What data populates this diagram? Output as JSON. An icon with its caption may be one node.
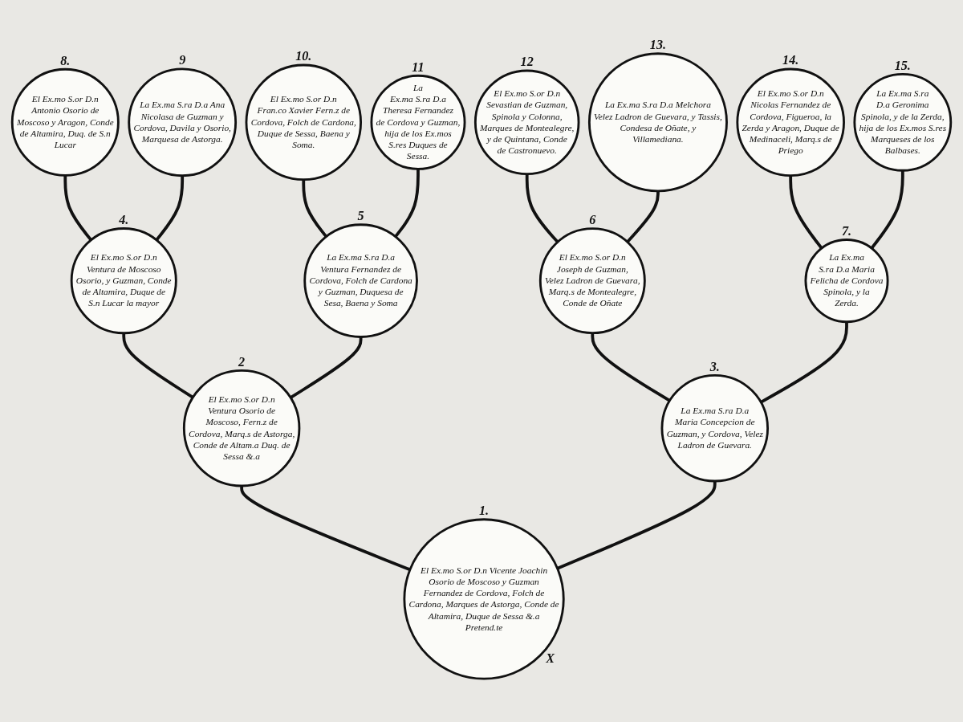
{
  "diagram": {
    "nodes": [
      {
        "text": [
          "El Ex.mo S.or D.n Antonio Osorio de Moscoso y Aragon, Conde de Altamira, Duq. de S.n Lucar"
        ],
        "beside": [
          "8."
        ]
      },
      {
        "text": [
          "La Ex.ma S.ra D.a Ana Nicolasa de Guzman y Cordova, Davila y Osorio, Marquesa de Astorga."
        ],
        "beside": [
          "9"
        ]
      },
      {
        "text": [
          "El Ex.mo S.or D.n Fran.co Xavier Fern.z de Cordova, Folch de Cardona, Duque de Sessa, Baena y Soma."
        ],
        "beside": [
          "10."
        ]
      },
      {
        "text": [
          "La Ex.ma S.ra D.a Theresa Fernandez de Cordova y Guzman, hija de los Ex.mos S.res Duques de Sessa."
        ],
        "beside": [
          "11"
        ]
      },
      {
        "text": [
          "El Ex.mo S.or D.n Sevastian de Guzman, Spinola y Colonna, Marques de Montealegre, y de Quintana, Conde de Castronuevo."
        ],
        "beside": [
          "12"
        ]
      },
      {
        "text": [
          "La Ex.ma S.ra D.a Melchora Velez Ladron de Guevara, y Tassis, Condesa de Oñate, y Villamediana."
        ],
        "beside": [
          "13."
        ]
      },
      {
        "text": [
          "El Ex.mo S.or D.n Nicolas Fernandez de Cordova, Figueroa, la Zerda y Aragon, Duque de Medinaceli, Marq.s de Priego"
        ],
        "beside": [
          "14."
        ]
      },
      {
        "text": [
          "La Ex.ma S.ra D.a Geronima Spinola, y de la Zerda, hija de los Ex.mos S.res Marqueses de los Balbases."
        ],
        "beside": [
          "15."
        ]
      },
      {
        "text": [
          "El Ex.mo S.or D.n Ventura de Moscoso Osorio, y Guzman, Conde de Altamira, Duque de S.n Lucar la mayor"
        ],
        "beside": [
          "4."
        ]
      },
      {
        "text": [
          "La Ex.ma S.ra D.a Ventura Fernandez de Cordova, Folch de Cardona y Guzman, Duquesa de Sesa, Baena y Soma"
        ],
        "beside": [
          "5"
        ]
      },
      {
        "text": [
          "El Ex.mo S.or D.n Joseph de Guzman, Velez Ladron de Guevara, Marq.s de Montealegre, Conde de Oñate"
        ],
        "beside": [
          "6"
        ]
      },
      {
        "text": [
          "La Ex.ma S.ra D.a Maria Felicha de Cordova Spinola, y la Zerda."
        ],
        "beside": [
          "7."
        ]
      },
      {
        "text": [
          "El Ex.mo S.or D.n Ventura Osorio de Moscoso, Fern.z de Cordova, Marq.s de Astorga, Conde de Altam.a Duq. de Sessa &.a"
        ],
        "beside": [
          "2"
        ]
      },
      {
        "text": [
          "La Ex.ma S.ra D.a Maria Concepcion de Guzman, y Cordova, Velez Ladron de Guevara."
        ],
        "beside": [
          "3."
        ]
      },
      {
        "text": [
          "El Ex.mo S.or D.n Vicente Joachin Osorio de Moscoso y Guzman Fernandez de Cordova, Folch de Cardona, Marques de Astorga, Conde de Altamira, Duque de Sessa &.a",
          "Pretend.te"
        ],
        "beside": [
          "1.",
          "X"
        ]
      }
    ],
    "edges": [
      {
        "from": 0,
        "to": 8,
        "arrow": "none"
      },
      {
        "from": 1,
        "to": 8,
        "arrow": "none"
      },
      {
        "from": 2,
        "to": 9,
        "arrow": "none"
      },
      {
        "from": 3,
        "to": 9,
        "arrow": "none"
      },
      {
        "from": 4,
        "to": 10,
        "arrow": "none"
      },
      {
        "from": 5,
        "to": 10,
        "arrow": "none"
      },
      {
        "from": 6,
        "to": 11,
        "arrow": "none"
      },
      {
        "from": 7,
        "to": 11,
        "arrow": "none"
      },
      {
        "from": 8,
        "to": 12,
        "arrow": "none"
      },
      {
        "from": 9,
        "to": 12,
        "arrow": "none"
      },
      {
        "from": 10,
        "to": 13,
        "arrow": "none"
      },
      {
        "from": 11,
        "to": 13,
        "arrow": "none"
      },
      {
        "from": 12,
        "to": 14,
        "arrow": "none"
      },
      {
        "from": 13,
        "to": 14,
        "arrow": "none"
      }
    ]
  }
}
